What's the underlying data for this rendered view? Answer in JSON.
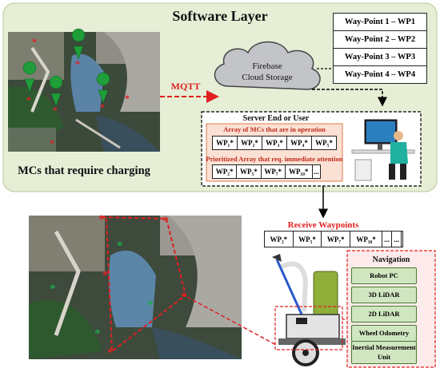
{
  "software_layer": {
    "title": "Software Layer"
  },
  "mc_caption": "MCs that require charging",
  "mqtt_label": "MQTT",
  "cloud": {
    "line1": "Firebase",
    "line2": "Cloud Storage"
  },
  "waypoints": [
    "Way-Point 1 – WP1",
    "Way-Point 2 – WP2",
    "Way-Point 3 – WP3",
    "Way-Point 4 – WP4"
  ],
  "server": {
    "label": "Server End or User",
    "array_title": "Array of MCs that are in operation",
    "array_cells": [
      "WP₁*",
      "WP₂*",
      "WP₃*",
      "WP₄*",
      "WP₅*"
    ],
    "prioritized_title": "Prioritized Array that req. immediate attention",
    "prioritized_cells": [
      "WP₂*",
      "WP₅*",
      "WP₇*",
      "WP₁₀*",
      "..."
    ]
  },
  "receive": {
    "title": "Receive Waypoints",
    "cells": [
      "WP₂*",
      "WP₅*",
      "WP₇*",
      "WP₁₀*",
      "...",
      "...",
      ""
    ]
  },
  "navigation": {
    "title": "Navigation",
    "items": [
      "Robot PC",
      "3D LiDAR",
      "2D LiDAR",
      "Wheel Odometry",
      "Inertial Measurement Unit"
    ]
  },
  "colors": {
    "panel": "#e6eed6",
    "red": "#e02020",
    "pin": "#1f9e3a",
    "star": "#1fa84a",
    "nav_fill": "#cfe6c0"
  }
}
